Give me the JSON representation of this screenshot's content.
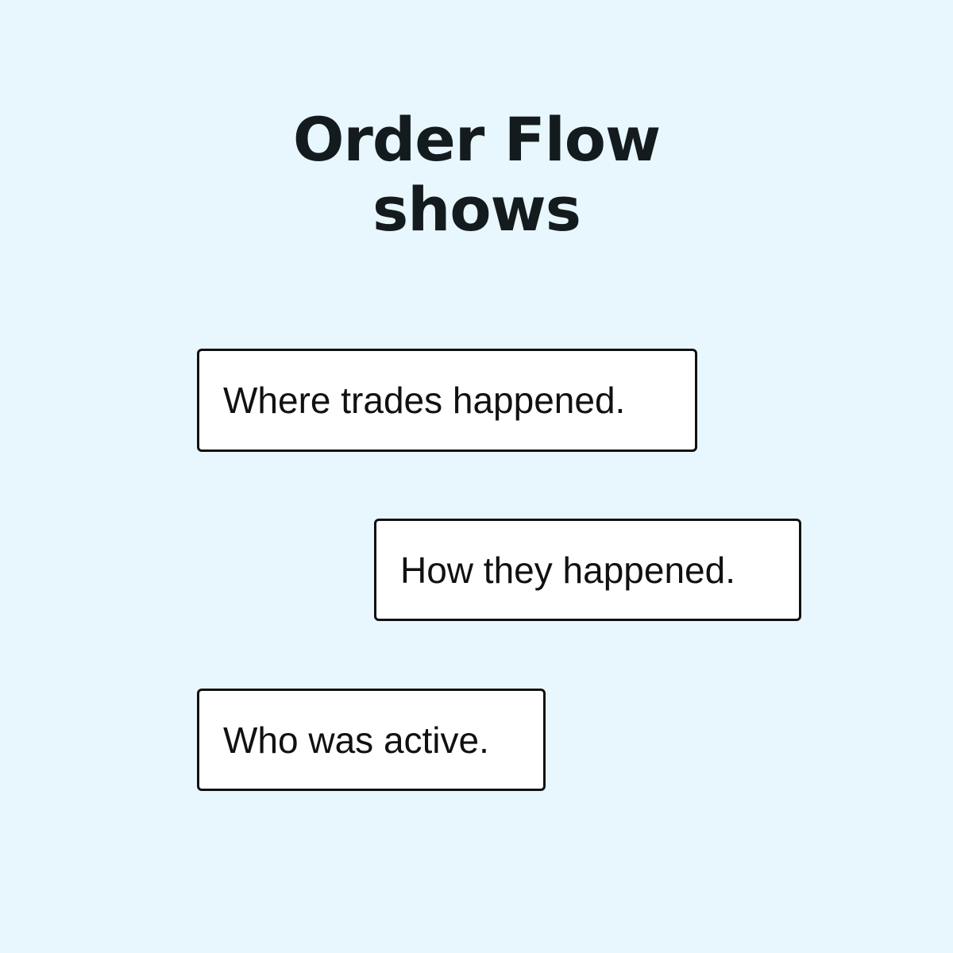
{
  "title": {
    "line1": "Order Flow",
    "line2": "shows"
  },
  "items": [
    {
      "label": "Where trades happened."
    },
    {
      "label": "How they happened."
    },
    {
      "label": "Who was active."
    }
  ]
}
